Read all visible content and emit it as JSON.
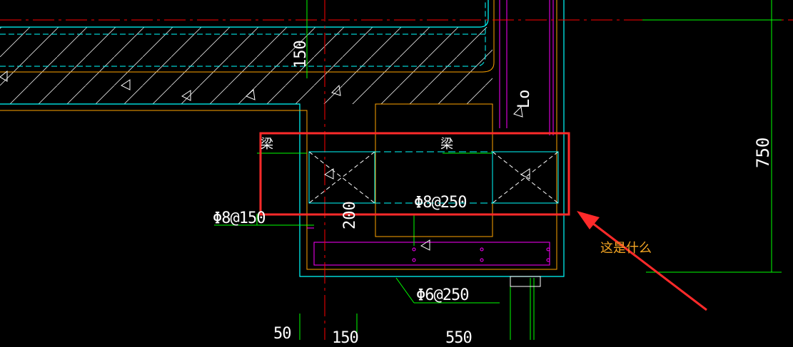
{
  "drawing": {
    "labels": {
      "dim_150_vertical": "150",
      "dim_750_vertical": "750",
      "lo_vertical": "Lo",
      "dim_200_vertical": "200",
      "rebar_phi8_150": "Φ8@150",
      "rebar_phi8_250": "Φ8@250",
      "rebar_phi6_250": "Φ6@250",
      "beam_left": "梁",
      "beam_mid": "梁",
      "bottom_50": "50",
      "bottom_150": "150",
      "bottom_550": "550"
    },
    "annotation": {
      "question": "这是什么"
    },
    "colors": {
      "background": "#000000",
      "cyan": "#00ffff",
      "red_axis": "#ff0000",
      "magenta": "#ff00ff",
      "green": "#00ff00",
      "orange": "#ffa500",
      "white": "#ffffff",
      "highlight_box": "#ff2a2a",
      "note_text": "#f5a623"
    }
  }
}
